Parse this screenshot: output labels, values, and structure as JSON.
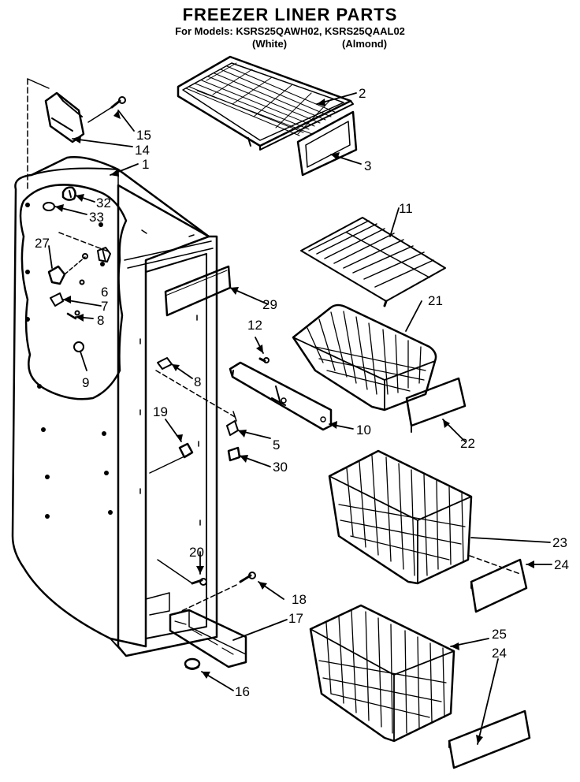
{
  "header": {
    "title": "FREEZER LINER PARTS",
    "models": "For Models: KSRS25QAWH02, KSRS25QAAL02",
    "variant_white": "(White)",
    "variant_almond": "(Almond)"
  },
  "parts": [
    {
      "id": "p1",
      "number": "1"
    },
    {
      "id": "p2",
      "number": "2"
    },
    {
      "id": "p3",
      "number": "3"
    },
    {
      "id": "p5",
      "number": "5"
    },
    {
      "id": "p6",
      "number": "6"
    },
    {
      "id": "p7",
      "number": "7"
    },
    {
      "id": "p8a",
      "number": "8"
    },
    {
      "id": "p8b",
      "number": "8"
    },
    {
      "id": "p9",
      "number": "9"
    },
    {
      "id": "p10",
      "number": "10"
    },
    {
      "id": "p11",
      "number": "11"
    },
    {
      "id": "p12",
      "number": "12"
    },
    {
      "id": "p14",
      "number": "14"
    },
    {
      "id": "p15",
      "number": "15"
    },
    {
      "id": "p16",
      "number": "16"
    },
    {
      "id": "p17",
      "number": "17"
    },
    {
      "id": "p18",
      "number": "18"
    },
    {
      "id": "p19",
      "number": "19"
    },
    {
      "id": "p20",
      "number": "20"
    },
    {
      "id": "p21",
      "number": "21"
    },
    {
      "id": "p22",
      "number": "22"
    },
    {
      "id": "p23",
      "number": "23"
    },
    {
      "id": "p24a",
      "number": "24"
    },
    {
      "id": "p24b",
      "number": "24"
    },
    {
      "id": "p25",
      "number": "25"
    },
    {
      "id": "p27",
      "number": "27"
    },
    {
      "id": "p29",
      "number": "29"
    },
    {
      "id": "p30",
      "number": "30"
    },
    {
      "id": "p32",
      "number": "32"
    },
    {
      "id": "p33",
      "number": "33"
    }
  ],
  "colors": {
    "ink": "#000000",
    "paper": "#ffffff"
  }
}
